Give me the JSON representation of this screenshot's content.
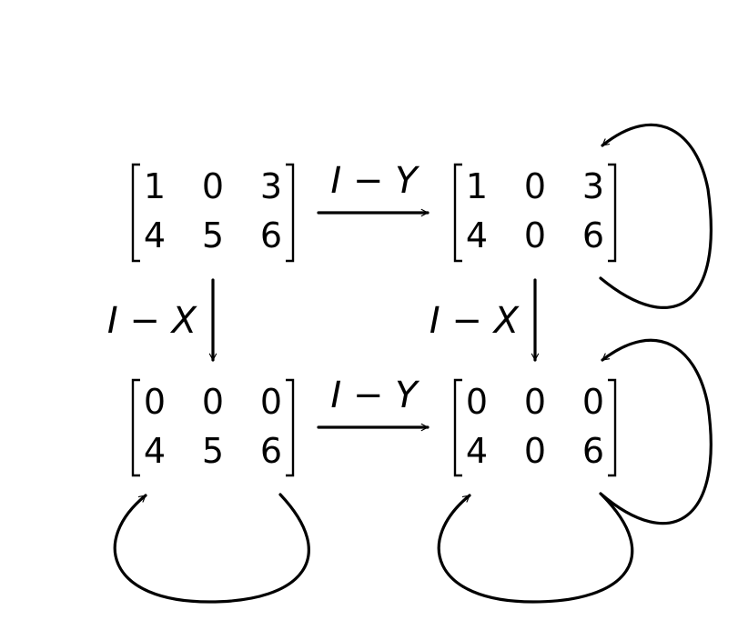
{
  "diagram": {
    "matrices": {
      "top_left": {
        "rows": [
          [
            "1",
            "0",
            "3"
          ],
          [
            "4",
            "5",
            "6"
          ]
        ]
      },
      "top_right": {
        "rows": [
          [
            "1",
            "0",
            "3"
          ],
          [
            "4",
            "0",
            "6"
          ]
        ]
      },
      "bottom_left": {
        "rows": [
          [
            "0",
            "0",
            "0"
          ],
          [
            "4",
            "5",
            "6"
          ]
        ]
      },
      "bottom_right": {
        "rows": [
          [
            "0",
            "0",
            "0"
          ],
          [
            "4",
            "0",
            "6"
          ]
        ]
      }
    },
    "arrows": {
      "top_horizontal": {
        "label": "I − Y"
      },
      "bottom_horizontal": {
        "label": "I − Y"
      },
      "left_vertical": {
        "label": "I − X"
      },
      "right_vertical": {
        "label": "I − X"
      }
    }
  }
}
